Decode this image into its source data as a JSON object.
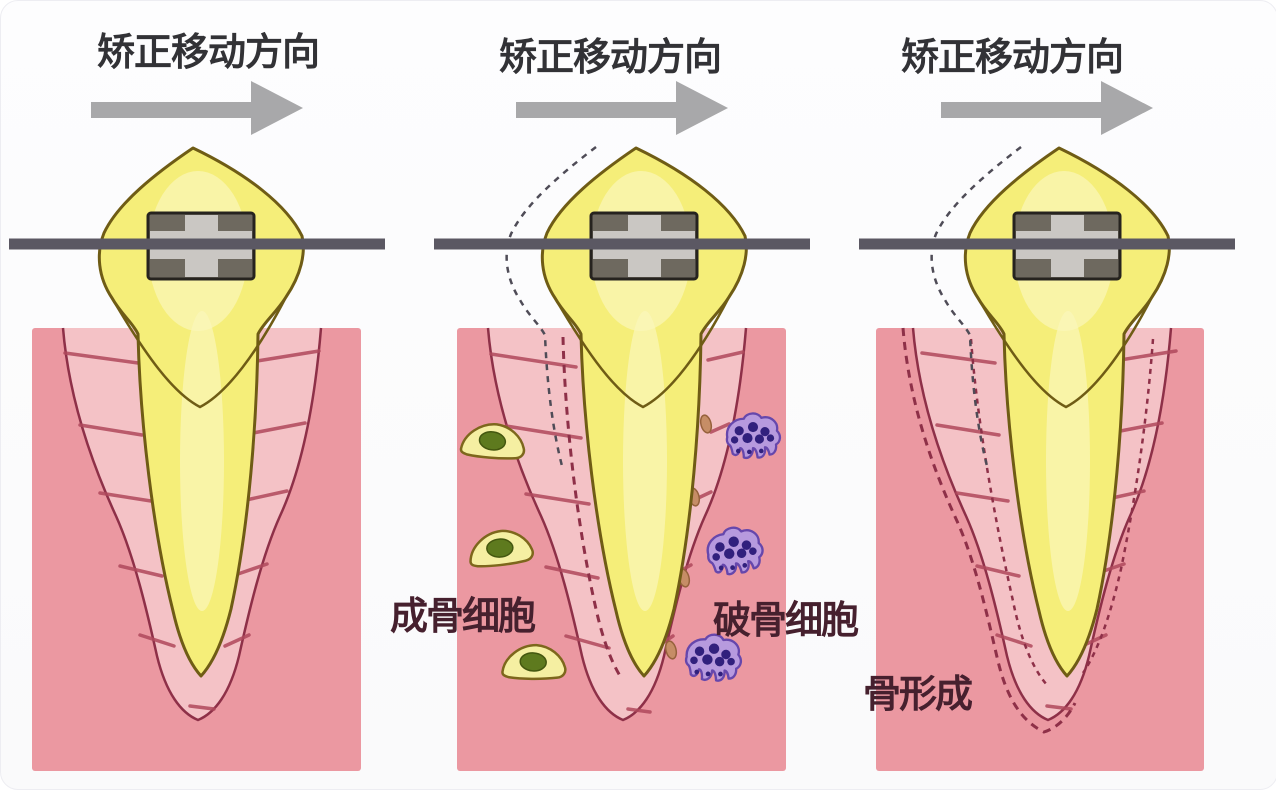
{
  "panels": [
    {
      "title": "矫正移动方向"
    },
    {
      "title": "矫正移动方向",
      "labels": {
        "osteoblast": "成骨细胞",
        "osteoclast": "破骨细胞"
      }
    },
    {
      "title": "矫正移动方向",
      "labels": {
        "bone_formation": "骨形成"
      }
    }
  ],
  "icons": {
    "direction_arrow": "→"
  },
  "colors": {
    "background": "#fcfcfd",
    "bone": "#eb98a1",
    "ligament": "#f4c2c6",
    "ligament_line": "#8e3048",
    "fiber": "#b0495c",
    "tooth": "#f5ee79",
    "tooth_highlight": "#fbf7ba",
    "tooth_outline": "#6f5c15",
    "bracket": "#6e695f",
    "bracket_cross": "#cac7c3",
    "bracket_frame": "#26231f",
    "wire": "#5b5863",
    "arrow": "#a8a8aa",
    "title_text": "#323236",
    "label_text": "#46202e",
    "ghost_dash": "#4f4c57",
    "osteoblast_fill": "#f5efa2",
    "osteoblast_outline": "#7d671c",
    "osteoblast_nucleus": "#5e7a1e",
    "osteoclast_fill": "#b79ade",
    "osteoclast_outline": "#6647ac",
    "osteoclast_dots": "#31207d",
    "compression": "#c68d66"
  }
}
